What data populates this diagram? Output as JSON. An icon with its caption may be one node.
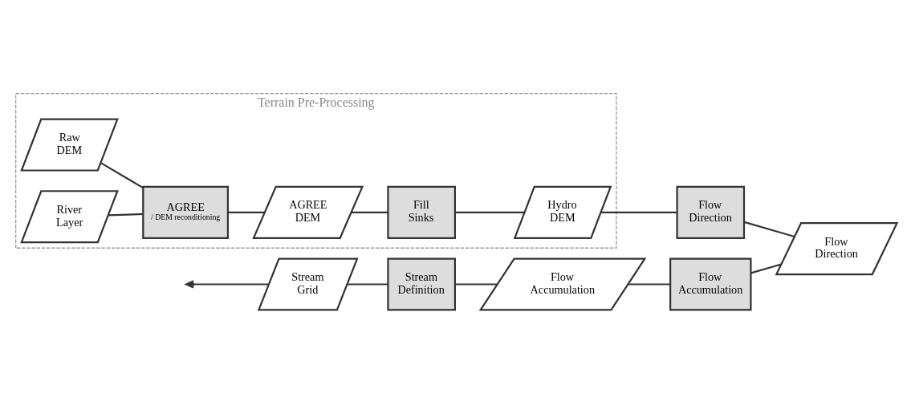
{
  "diagram": {
    "nodes": [
      {
        "text": [
          "Terrain Pre-Processing"
        ]
      },
      {
        "text": [
          "Raw DEM"
        ],
        "in": 0
      },
      {
        "text": [
          "River Layer"
        ],
        "in": 0
      },
      {
        "text": [
          "AGREE",
          "/ DEM reconditioning"
        ],
        "in": 0
      },
      {
        "text": [
          "AGREE DEM"
        ],
        "in": 0
      },
      {
        "text": [
          "Fill Sinks"
        ],
        "in": 0
      },
      {
        "text": [
          "Hydro DEM"
        ],
        "in": 0
      },
      {
        "text": [
          "Flow Direction"
        ]
      },
      {
        "text": [
          "Flow Direction"
        ]
      },
      {
        "text": [
          "Flow Accumulation"
        ]
      },
      {
        "text": [
          "Flow Accumulation"
        ]
      },
      {
        "text": [
          "Stream Definition"
        ]
      },
      {
        "text": [
          "Stream Grid"
        ]
      }
    ],
    "edges": [
      {
        "from": 1,
        "to": 3,
        "arrow": "none"
      },
      {
        "from": 2,
        "to": 3,
        "arrow": "none"
      },
      {
        "from": 3,
        "to": 4,
        "arrow": "none"
      },
      {
        "from": 4,
        "to": 5,
        "arrow": "none"
      },
      {
        "from": 5,
        "to": 6,
        "arrow": "none"
      },
      {
        "from": 6,
        "to": 7,
        "arrow": "none"
      },
      {
        "from": 7,
        "to": 8,
        "arrow": "none"
      },
      {
        "from": 8,
        "to": 9,
        "arrow": "none"
      },
      {
        "from": 9,
        "to": 10,
        "arrow": "none"
      },
      {
        "from": 10,
        "to": 11,
        "arrow": "none"
      },
      {
        "from": 11,
        "to": 12,
        "arrow": "none"
      },
      {
        "from": 12,
        "to": null,
        "arrow": "to"
      }
    ]
  }
}
